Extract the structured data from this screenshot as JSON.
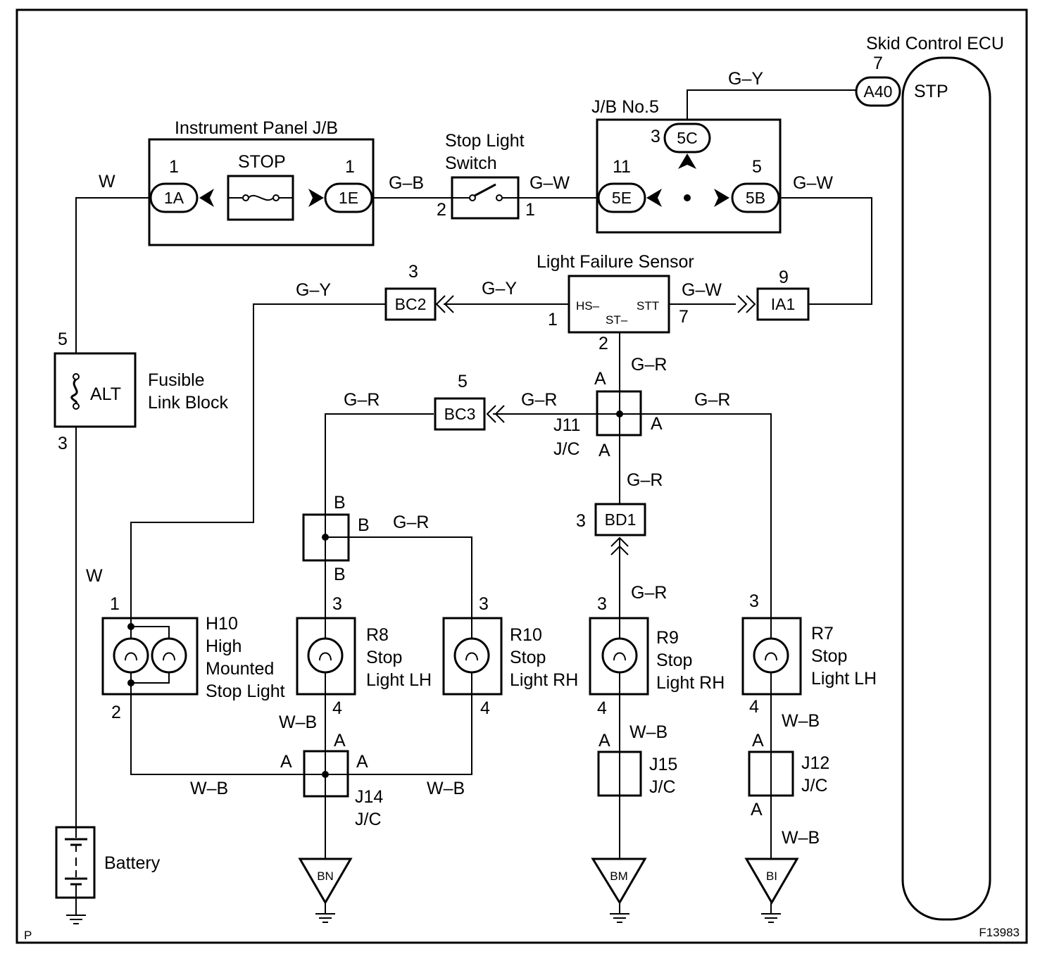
{
  "components": {
    "skid_ecu": {
      "title": "Skid Control ECU",
      "terminal": "STP"
    },
    "ip_jb": {
      "title": "Instrument Panel J/B",
      "fuse": "STOP"
    },
    "stop_switch": {
      "title_line1": "Stop Light",
      "title_line2": "Switch"
    },
    "jb5": {
      "title": "J/B No.5"
    },
    "lfs": {
      "title": "Light Failure Sensor",
      "pin_hs": "HS–",
      "pin_st": "ST–",
      "pin_stt": "STT"
    },
    "fusible": {
      "title_line1": "Fusible",
      "title_line2": "Link Block",
      "label": "ALT"
    },
    "battery": {
      "title": "Battery"
    },
    "h10": {
      "line1": "H10",
      "line2": "High",
      "line3": "Mounted",
      "line4": "Stop Light"
    },
    "r8": {
      "line1": "R8",
      "line2": "Stop",
      "line3": "Light LH"
    },
    "r10": {
      "line1": "R10",
      "line2": "Stop",
      "line3": "Light RH"
    },
    "r9": {
      "line1": "R9",
      "line2": "Stop",
      "line3": "Light RH"
    },
    "r7": {
      "line1": "R7",
      "line2": "Stop",
      "line3": "Light LH"
    },
    "j11": {
      "line1": "J11",
      "line2": "J/C"
    },
    "j14": {
      "line1": "J14",
      "line2": "J/C"
    },
    "j15": {
      "line1": "J15",
      "line2": "J/C"
    },
    "j12": {
      "line1": "J12",
      "line2": "J/C"
    }
  },
  "connectors": {
    "a40": "A40",
    "c1a": "1A",
    "c1e": "1E",
    "c5c": "5C",
    "c5e": "5E",
    "c5b": "5B",
    "bc2": "BC2",
    "bc3": "BC3",
    "ia1": "IA1",
    "bd1": "BD1"
  },
  "grounds": {
    "bn": "BN",
    "bm": "BM",
    "bi": "BI"
  },
  "wires": {
    "w": "W",
    "gb": "G–B",
    "gw": "G–W",
    "gy": "G–Y",
    "gr": "G–R",
    "wb": "W–B"
  },
  "pins": {
    "p1": "1",
    "p2": "2",
    "p3": "3",
    "p4": "4",
    "p5": "5",
    "p7": "7",
    "p9": "9",
    "p11": "11",
    "a": "A",
    "b": "B"
  },
  "footer": {
    "left": "P",
    "right": "F13983"
  }
}
